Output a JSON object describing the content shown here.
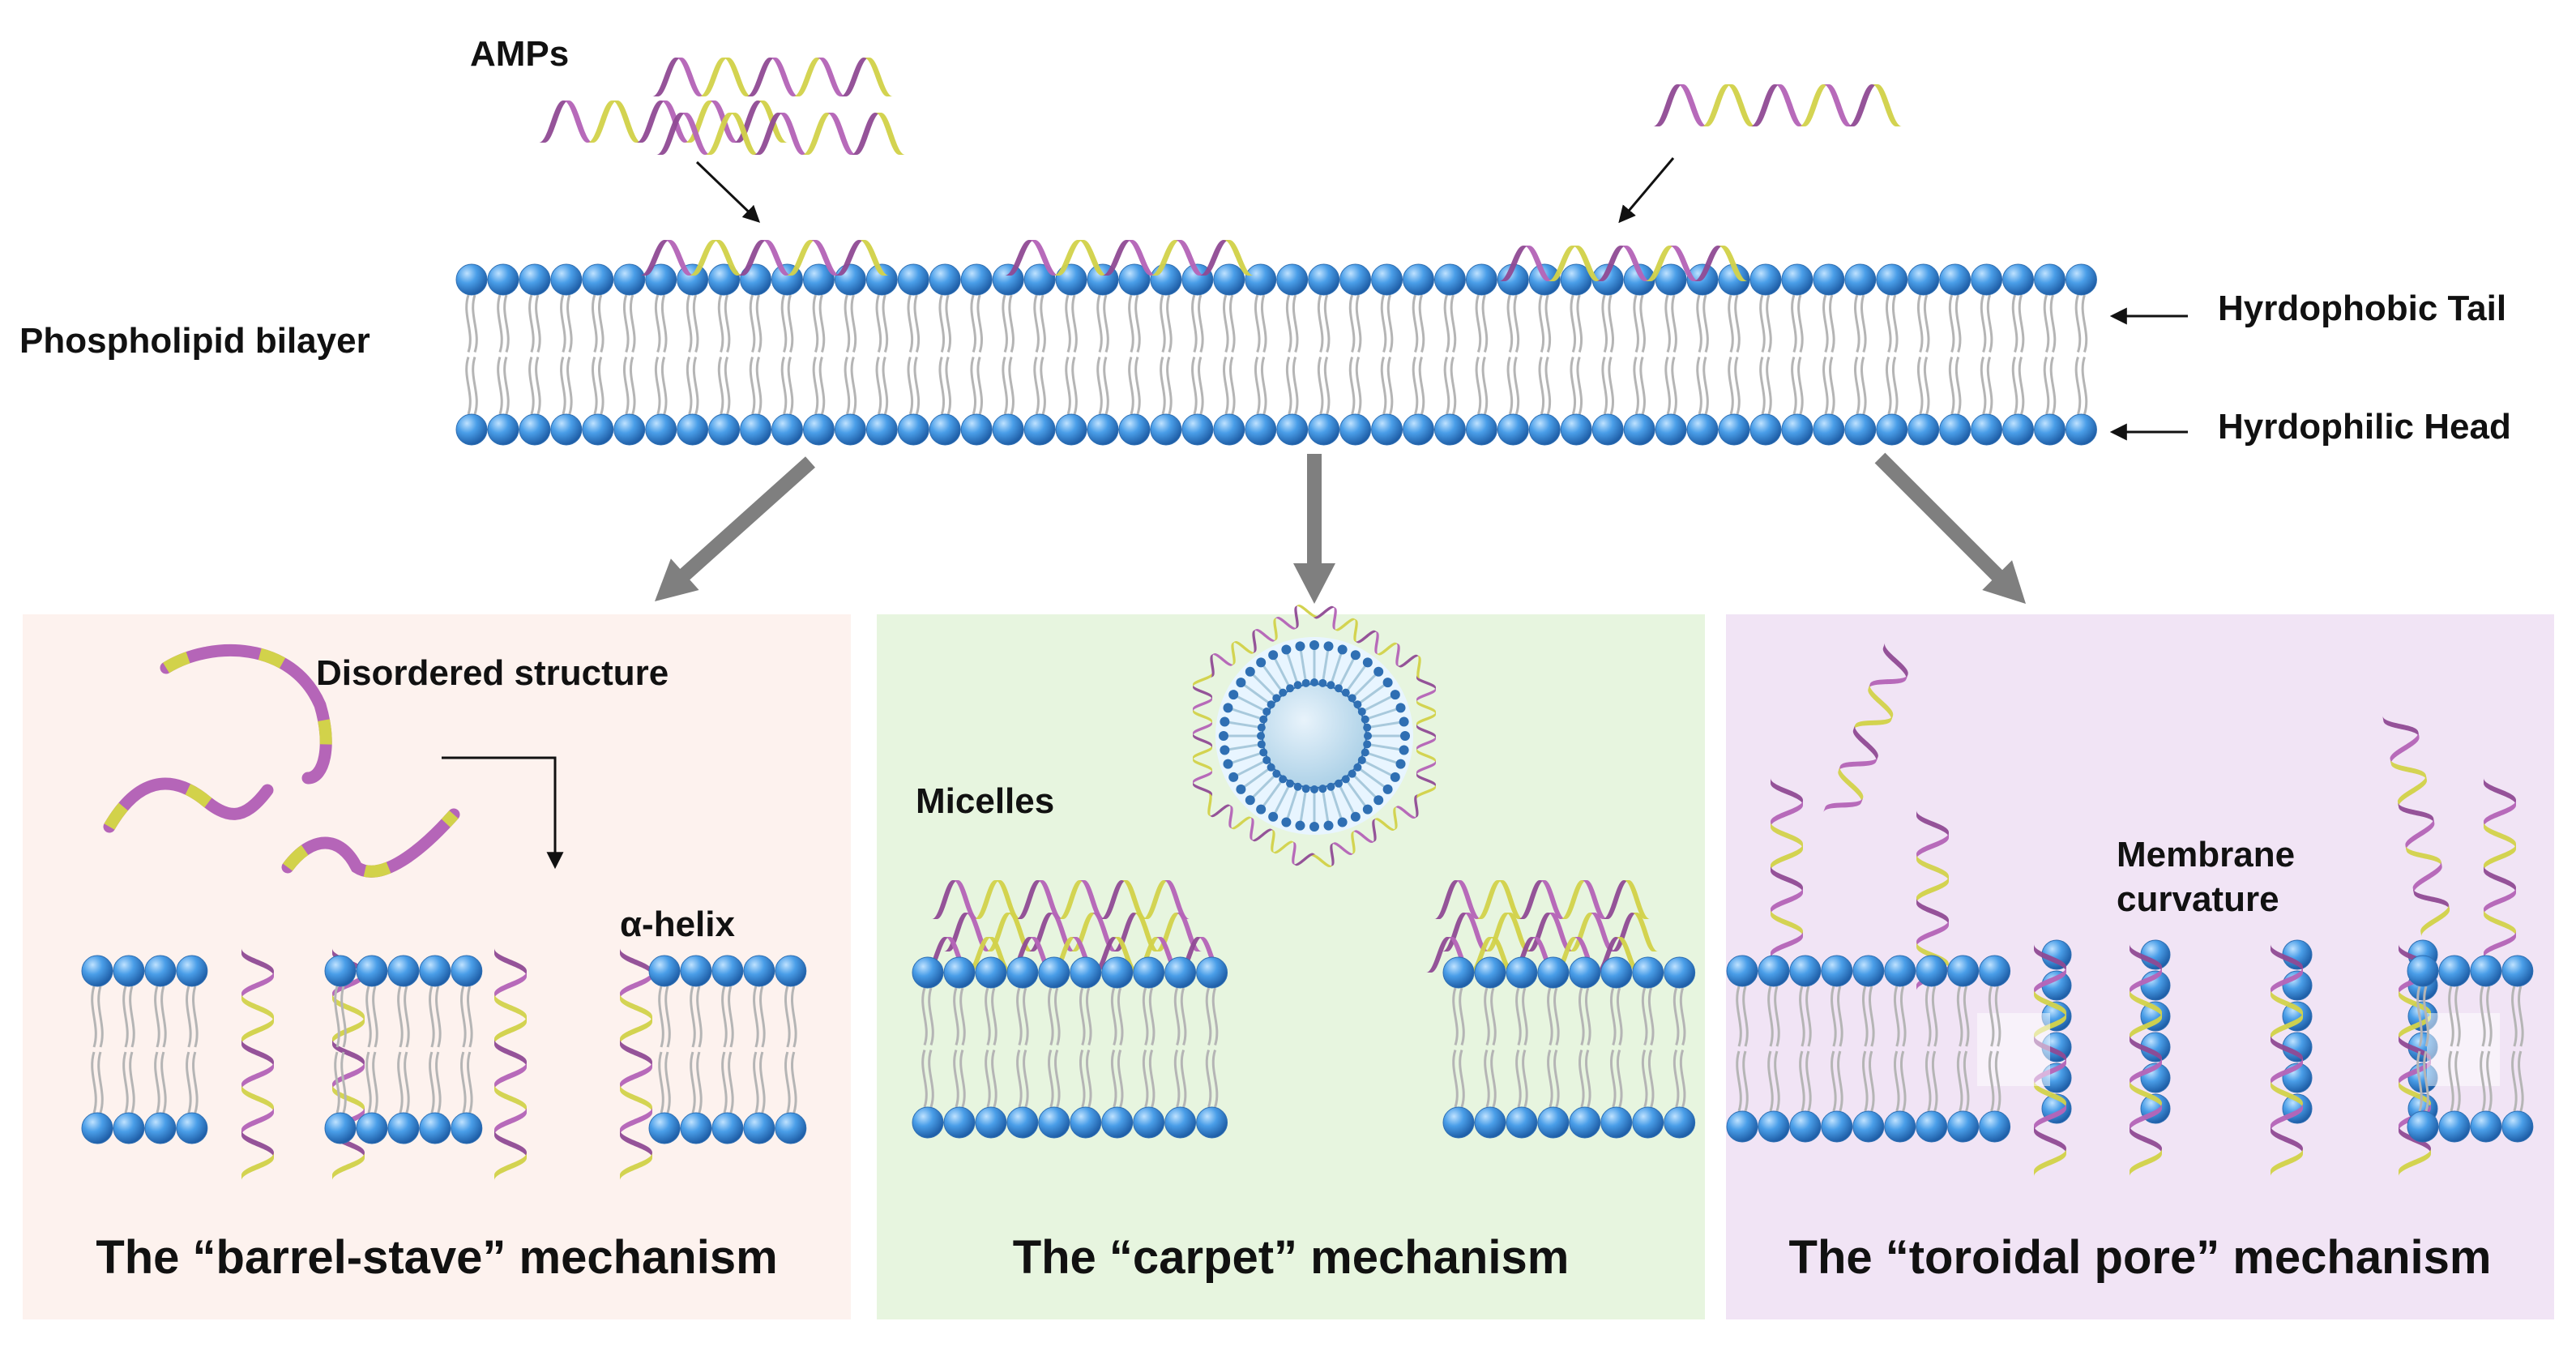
{
  "labels": {
    "amps": "AMPs",
    "bilayer": "Phospholipid bilayer",
    "tail": "Hyrdophobic Tail",
    "head": "Hyrdophilic Head",
    "disordered": "Disordered structure",
    "alpha_helix": "α-helix",
    "micelles": "Micelles",
    "membrane_curvature_line1": "Membrane",
    "membrane_curvature_line2": "curvature"
  },
  "panels": [
    {
      "title": "The “barrel-stave” mechanism",
      "bg": "#fdf2ee"
    },
    {
      "title": "The “carpet” mechanism",
      "bg": "#e7f5df"
    },
    {
      "title": "The “toroidal pore” mechanism",
      "bg": "#f1e4f5"
    }
  ],
  "colors": {
    "head_blue": "#4a9ee8",
    "helix_purple": "#b565b8",
    "helix_yellow": "#d2d24a",
    "tail_gray": "#b5b5b5",
    "arrow_gray": "#7f7f7f"
  }
}
